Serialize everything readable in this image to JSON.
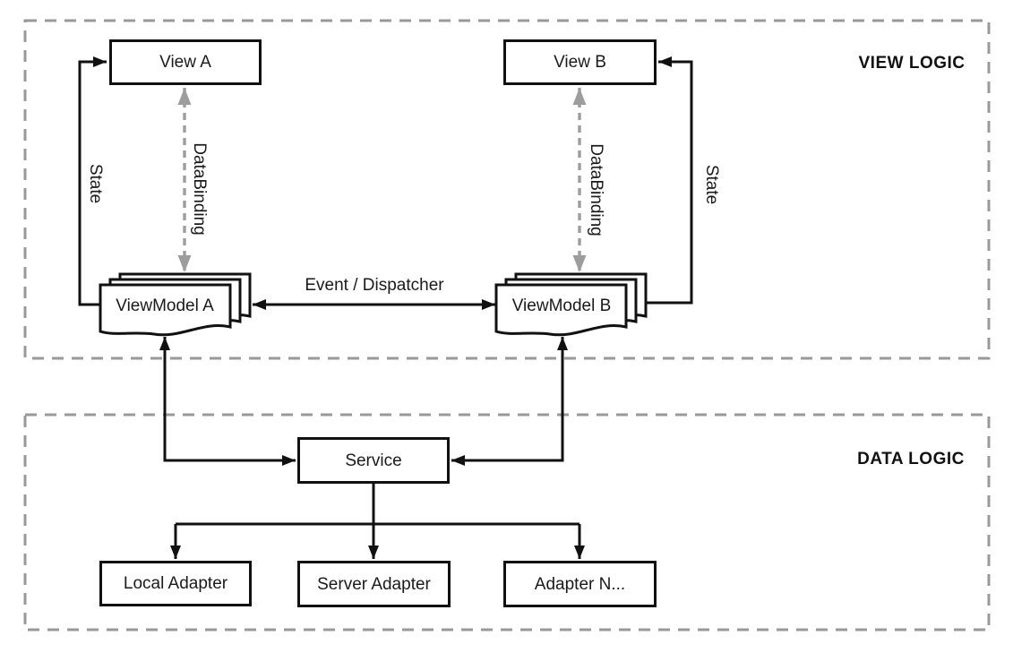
{
  "regions": {
    "view_logic": {
      "label": "VIEW LOGIC"
    },
    "data_logic": {
      "label": "DATA LOGIC"
    }
  },
  "nodes": {
    "view_a": {
      "label": "View A",
      "shape": "rectangle"
    },
    "view_b": {
      "label": "View B",
      "shape": "rectangle"
    },
    "viewmodel_a": {
      "label": "ViewModel A",
      "shape": "document-stack"
    },
    "viewmodel_b": {
      "label": "ViewModel B",
      "shape": "document-stack"
    },
    "service": {
      "label": "Service",
      "shape": "rectangle"
    },
    "local_adapter": {
      "label": "Local Adapter",
      "shape": "rectangle"
    },
    "server_adapter": {
      "label": "Server Adapter",
      "shape": "rectangle"
    },
    "adapter_n": {
      "label": "Adapter N...",
      "shape": "rectangle"
    }
  },
  "edge_labels": {
    "state_left": "State",
    "state_right": "State",
    "databinding_left": "DataBinding",
    "databinding_right": "DataBinding",
    "event_dispatcher": "Event / Dispatcher"
  },
  "edges": [
    {
      "from": "viewmodel_a",
      "to": "view_a",
      "label": "State",
      "style": "solid-black",
      "bidirectional": false
    },
    {
      "from": "viewmodel_b",
      "to": "view_b",
      "label": "State",
      "style": "solid-black",
      "bidirectional": false
    },
    {
      "from": "view_a",
      "to": "viewmodel_a",
      "label": "DataBinding",
      "style": "dashed-gray",
      "bidirectional": true
    },
    {
      "from": "view_b",
      "to": "viewmodel_b",
      "label": "DataBinding",
      "style": "dashed-gray",
      "bidirectional": true
    },
    {
      "from": "viewmodel_a",
      "to": "viewmodel_b",
      "label": "Event / Dispatcher",
      "style": "solid-black",
      "bidirectional": true
    },
    {
      "from": "viewmodel_a",
      "to": "service",
      "label": "",
      "style": "solid-black",
      "bidirectional": true
    },
    {
      "from": "viewmodel_b",
      "to": "service",
      "label": "",
      "style": "solid-black",
      "bidirectional": true
    },
    {
      "from": "service",
      "to": "local_adapter",
      "label": "",
      "style": "solid-black",
      "bidirectional": false
    },
    {
      "from": "service",
      "to": "server_adapter",
      "label": "",
      "style": "solid-black",
      "bidirectional": false
    },
    {
      "from": "service",
      "to": "adapter_n",
      "label": "",
      "style": "solid-black",
      "bidirectional": false
    }
  ],
  "colors": {
    "background": "#ffffff",
    "line": "#111111",
    "region_border": "#999999",
    "databinding_arrow": "#9d9d9d",
    "text": "#1a1a1a"
  }
}
